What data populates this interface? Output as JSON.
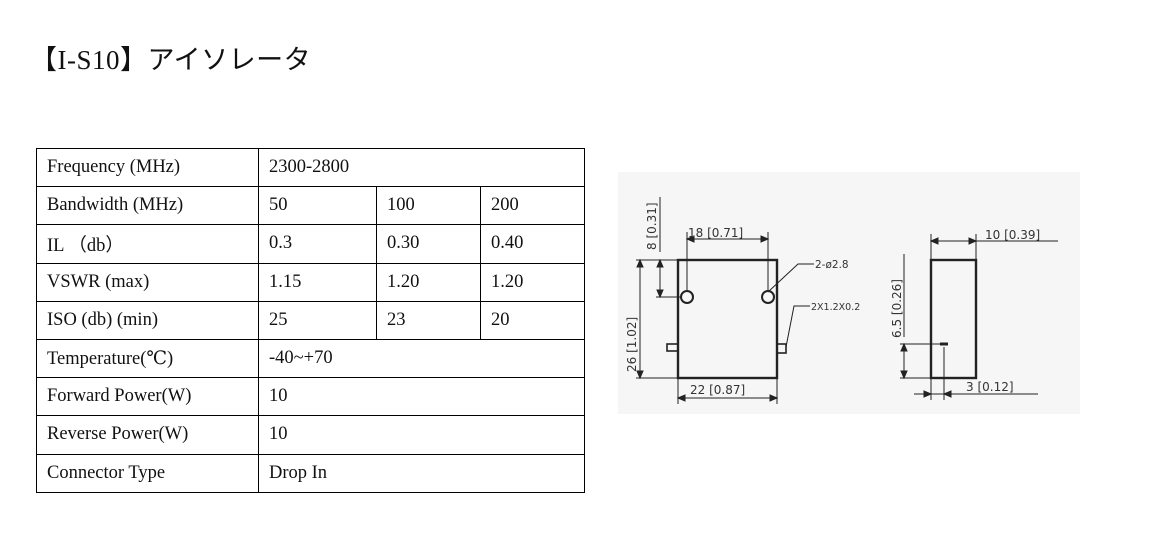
{
  "title": "【I-S10】アイソレータ",
  "spec_table": {
    "rows": [
      {
        "label": "Frequency (MHz)",
        "values": [
          "2300-2800"
        ]
      },
      {
        "label": "Bandwidth (MHz)",
        "values": [
          "50",
          "100",
          "200"
        ]
      },
      {
        "label": "IL （db）",
        "values": [
          "0.3",
          "0.30",
          "0.40"
        ]
      },
      {
        "label": "VSWR (max)",
        "values": [
          "1.15",
          "1.20",
          "1.20"
        ]
      },
      {
        "label": "ISO (db) (min)",
        "values": [
          "25",
          "23",
          "20"
        ]
      },
      {
        "label": "Temperature(℃)",
        "values": [
          "-40~+70"
        ]
      },
      {
        "label": "Forward Power(W)",
        "values": [
          "10"
        ]
      },
      {
        "label": "Reverse Power(W)",
        "values": [
          "10"
        ]
      },
      {
        "label": "Connector Type",
        "values": [
          "Drop In"
        ]
      }
    ]
  },
  "drawing": {
    "dim_height_top": "8 [0.31]",
    "dim_hole_spacing": "18 [0.71]",
    "dim_hole_note": "2-ø2.8",
    "dim_tab_note": "2X1.2X0.2",
    "dim_height": "26 [1.02]",
    "dim_width": "22 [0.87]",
    "dim_side_height": "6.5 [0.26]",
    "dim_depth": "10 [0.39]",
    "dim_side_offset": "3 [0.12]"
  }
}
